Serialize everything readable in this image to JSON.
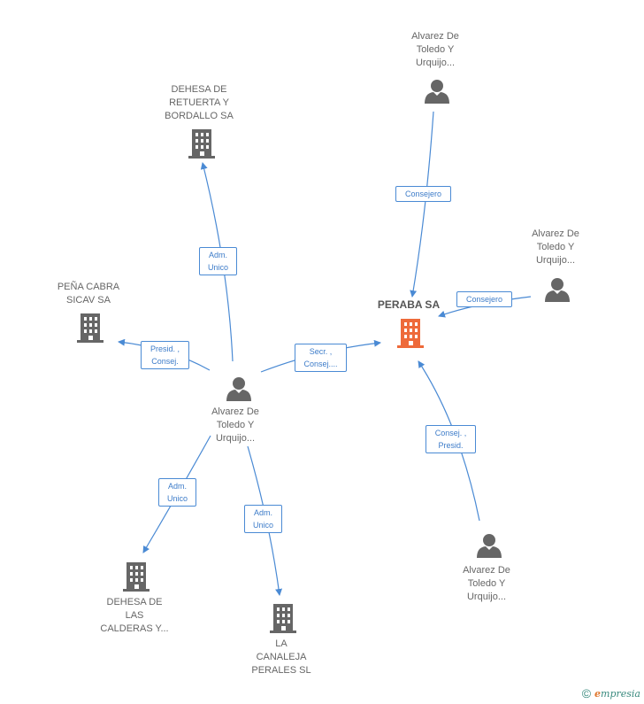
{
  "colors": {
    "edge": "#4a8ad4",
    "node_gray": "#666666",
    "node_main": "#ee6a3a"
  },
  "nodes": {
    "peraba": {
      "label": "PERABA SA",
      "icon": "building-icon"
    },
    "dehesa_retuerta": {
      "label": "DEHESA DE\nRETUERTA Y\nBORDALLO SA",
      "icon": "building-icon"
    },
    "pena_cabra": {
      "label": "PEÑA CABRA\nSICAV SA",
      "icon": "building-icon"
    },
    "dehesa_calderas": {
      "label": "DEHESA DE\nLAS\nCALDERAS Y...",
      "icon": "building-icon"
    },
    "canaleja": {
      "label": "LA\nCANALEJA\nPERALES SL",
      "icon": "building-icon"
    },
    "person_center": {
      "label": "Alvarez De\nToledo Y\nUrquijo...",
      "icon": "person-icon"
    },
    "person_top": {
      "label": "Alvarez De\nToledo Y\nUrquijo...",
      "icon": "person-icon"
    },
    "person_right": {
      "label": "Alvarez De\nToledo Y\nUrquijo...",
      "icon": "person-icon"
    },
    "person_bottom": {
      "label": "Alvarez De\nToledo Y\nUrquijo...",
      "icon": "person-icon"
    }
  },
  "edges": {
    "center_to_retuerta": "Adm.\nUnico",
    "center_to_pena": "Presid. ,\nConsej.",
    "center_to_peraba": "Secr. ,\nConsej....",
    "center_to_calderas": "Adm.\nUnico",
    "center_to_canaleja": "Adm.\nUnico",
    "top_to_peraba": "Consejero",
    "right_to_peraba": "Consejero",
    "bottom_to_peraba": "Consej. ,\nPresid."
  },
  "footer": {
    "copyright": "©",
    "brand_e": "e",
    "brand_rest": "mpresia"
  }
}
